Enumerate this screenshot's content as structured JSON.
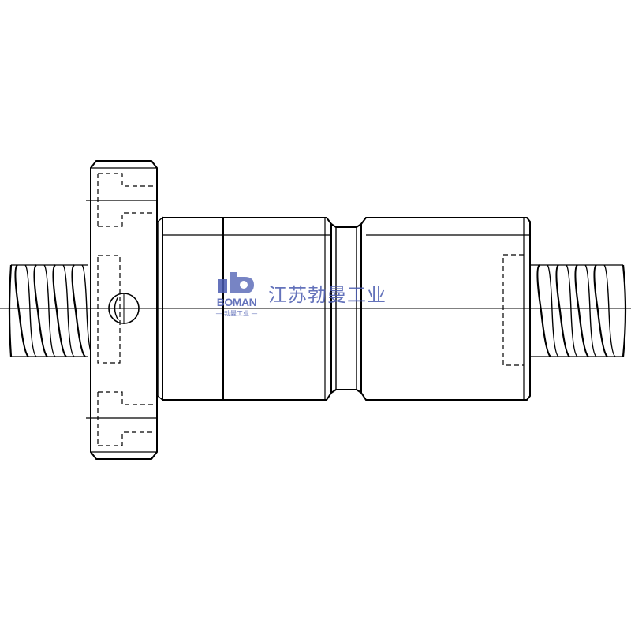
{
  "watermark": {
    "brand_latin": "BOMAN",
    "brand_sub": "— 勃曼工业 —",
    "company_name": "江苏勃曼工业",
    "color": "#4a5bb0"
  },
  "drawing": {
    "subject": "ball screw nut assembly",
    "line_color": "#000000"
  }
}
